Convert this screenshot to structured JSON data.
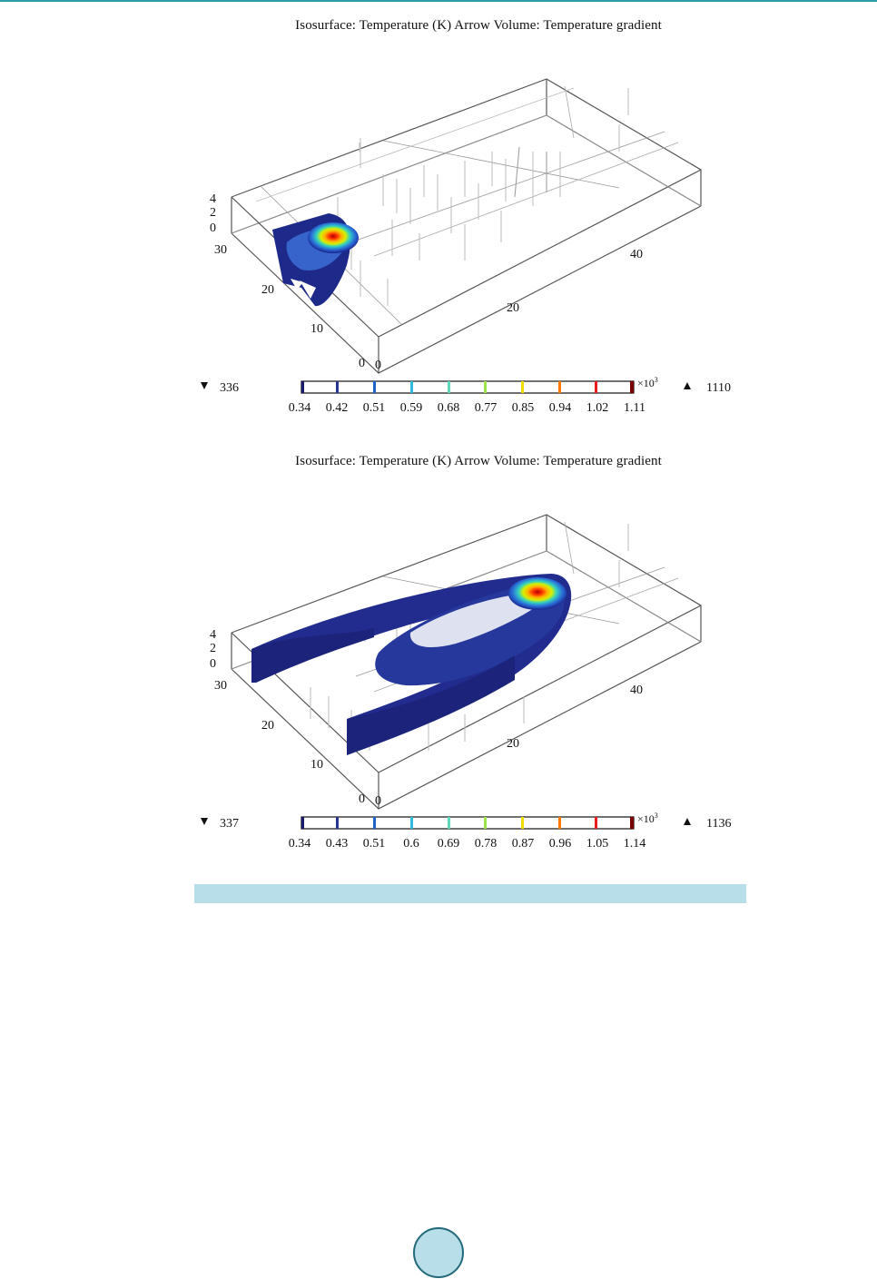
{
  "figures": [
    {
      "title": "Isosurface: Temperature (K) Arrow Volume: Temperature gradient",
      "z_ticks": [
        "4",
        "2",
        "0"
      ],
      "y_ticks": [
        "30",
        "20",
        "10",
        "0"
      ],
      "x_ticks": [
        "0",
        "20",
        "40"
      ],
      "colorbar": {
        "min_label": "336",
        "max_label": "1110",
        "multiplier_base": "×10",
        "multiplier_exp": "3",
        "ticks": [
          "0.34",
          "0.42",
          "0.51",
          "0.59",
          "0.68",
          "0.77",
          "0.85",
          "0.94",
          "1.02",
          "1.11"
        ]
      }
    },
    {
      "title": "Isosurface: Temperature (K) Arrow Volume: Temperature gradient",
      "z_ticks": [
        "4",
        "2",
        "0"
      ],
      "y_ticks": [
        "30",
        "20",
        "10",
        "0"
      ],
      "x_ticks": [
        "0",
        "20",
        "40"
      ],
      "colorbar": {
        "min_label": "337",
        "max_label": "1136",
        "multiplier_base": "×10",
        "multiplier_exp": "3",
        "ticks": [
          "0.34",
          "0.43",
          "0.51",
          "0.6",
          "0.69",
          "0.78",
          "0.87",
          "0.96",
          "1.05",
          "1.14"
        ]
      }
    }
  ],
  "colors": {
    "accent_rule": "#2a9aa6",
    "caption_bar": "#b8dfe9",
    "page_circle_border": "#23697a"
  }
}
